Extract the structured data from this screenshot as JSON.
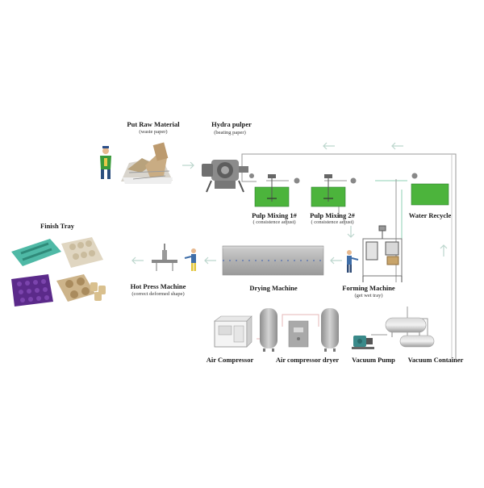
{
  "labels": {
    "put_raw": "Put Raw Material",
    "put_raw_sub": "(waste paper)",
    "hydra": "Hydra pulper",
    "hydra_sub": "(beating paper)",
    "mix1": "Pulp Mixing 1#",
    "mix1_sub": "( consistence adjust)",
    "mix2": "Pulp Mixing  2#",
    "mix2_sub": "( consistence adjust)",
    "water": "Water Recycle",
    "finish": "Finish Tray",
    "hotpress": "Hot Press Machine",
    "hotpress_sub": "(correct deformed shape)",
    "drying": "Drying Machine",
    "forming": "Forming Machine",
    "forming_sub": "(get wet tray)",
    "aircomp": "Air Compressor",
    "airdryer": "Air compressor dryer",
    "vacpump": "Vacuum Pump",
    "vaccont": "Vacuum Container"
  },
  "colors": {
    "tank_green": "#4cb43c",
    "pipe": "#9a9a9a",
    "water_pipe": "#8fd1b4",
    "dryer": "#b9b9b9",
    "tray_teal": "#4fb9a6",
    "tray_purple": "#5b2a8a",
    "tray_kraft": "#cdb48a"
  }
}
